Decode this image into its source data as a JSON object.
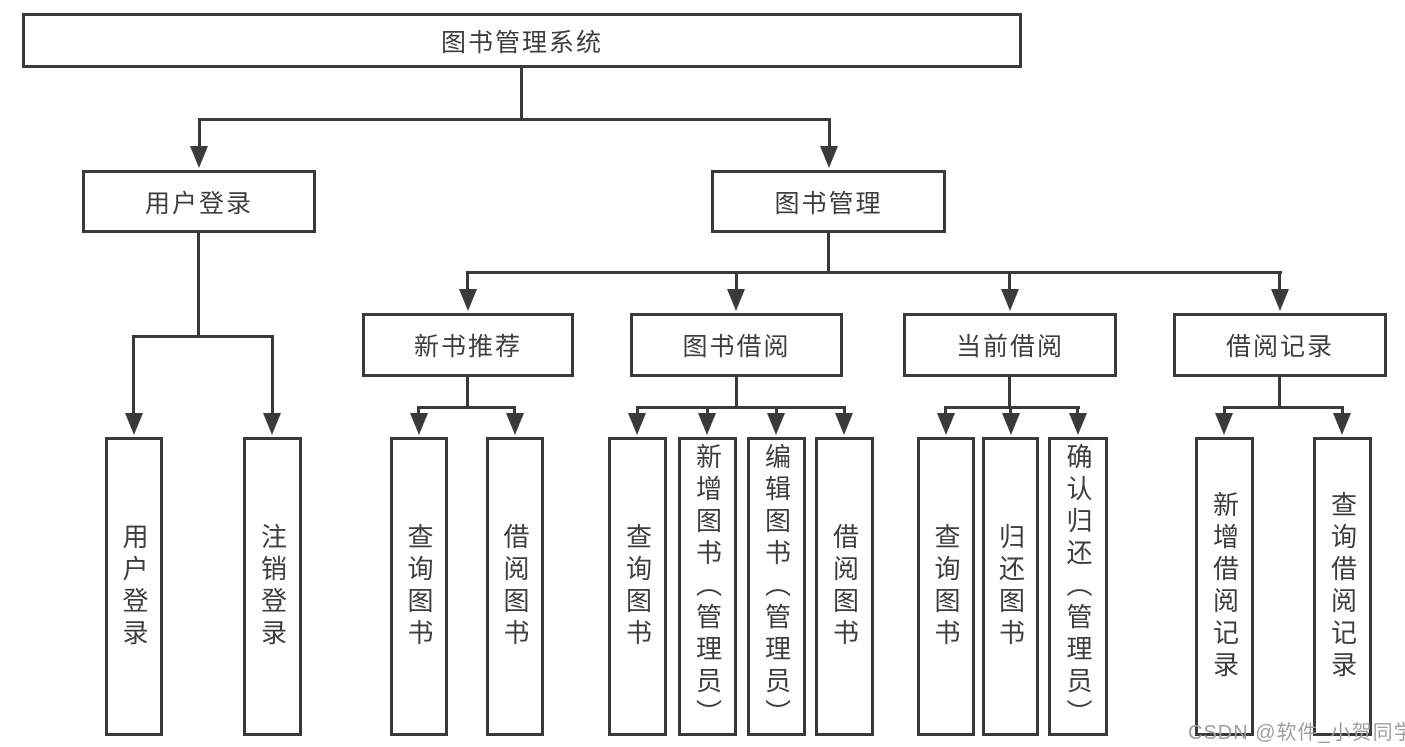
{
  "nodes": {
    "root": {
      "label": "图书管理系统"
    },
    "user_login": {
      "label": "用户登录"
    },
    "book_management": {
      "label": "图书管理"
    },
    "new_book_recommend": {
      "label": "新书推荐"
    },
    "book_borrow": {
      "label": "图书借阅"
    },
    "current_borrow": {
      "label": "当前借阅"
    },
    "borrow_records": {
      "label": "借阅记录"
    },
    "leaves": [
      {
        "label": "用户登录"
      },
      {
        "label": "注销登录"
      },
      {
        "label": "查询图书"
      },
      {
        "label": "借阅图书"
      },
      {
        "label": "查询图书"
      },
      {
        "label": "新增图书（管理员）"
      },
      {
        "label": "编辑图书（管理员）"
      },
      {
        "label": "借阅图书"
      },
      {
        "label": "查询图书"
      },
      {
        "label": "归还图书"
      },
      {
        "label": "确认归还（管理员）"
      },
      {
        "label": "新增借阅记录"
      },
      {
        "label": "查询借阅记录"
      }
    ]
  },
  "watermark": "CSDN @软件_小贺同学",
  "colors": {
    "line": "#3a3a3a",
    "text": "#3e3e3e",
    "watermark": "#9e9e9e",
    "background": "#ffffff"
  }
}
